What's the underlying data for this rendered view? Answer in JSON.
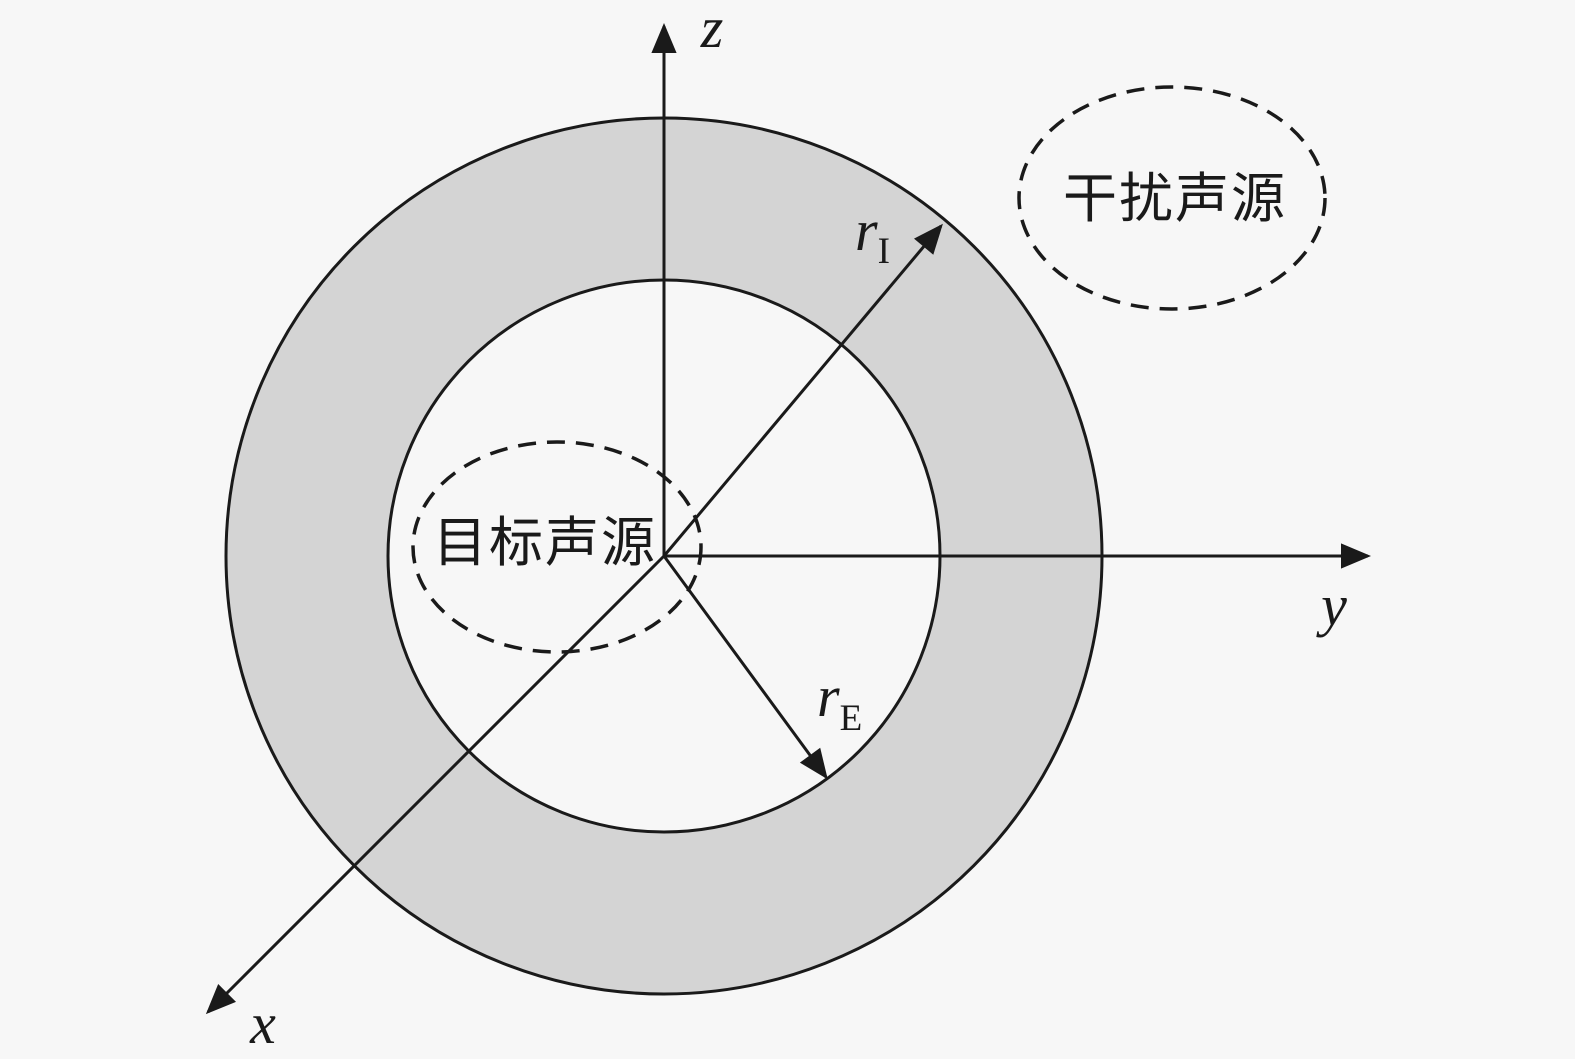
{
  "diagram": {
    "axes": {
      "z_label": "z",
      "y_label": "y",
      "x_label": "x"
    },
    "radii": {
      "outer": {
        "base": "r",
        "subscript": "I"
      },
      "inner": {
        "base": "r",
        "subscript": "E"
      }
    },
    "sources": {
      "target": "目标声源",
      "interference": "干扰声源"
    },
    "colors": {
      "background": "#f7f7f7",
      "shell_fill": "#d4d4d4",
      "inner_fill": "#f7f7f7",
      "line": "#1a1a1a"
    }
  }
}
